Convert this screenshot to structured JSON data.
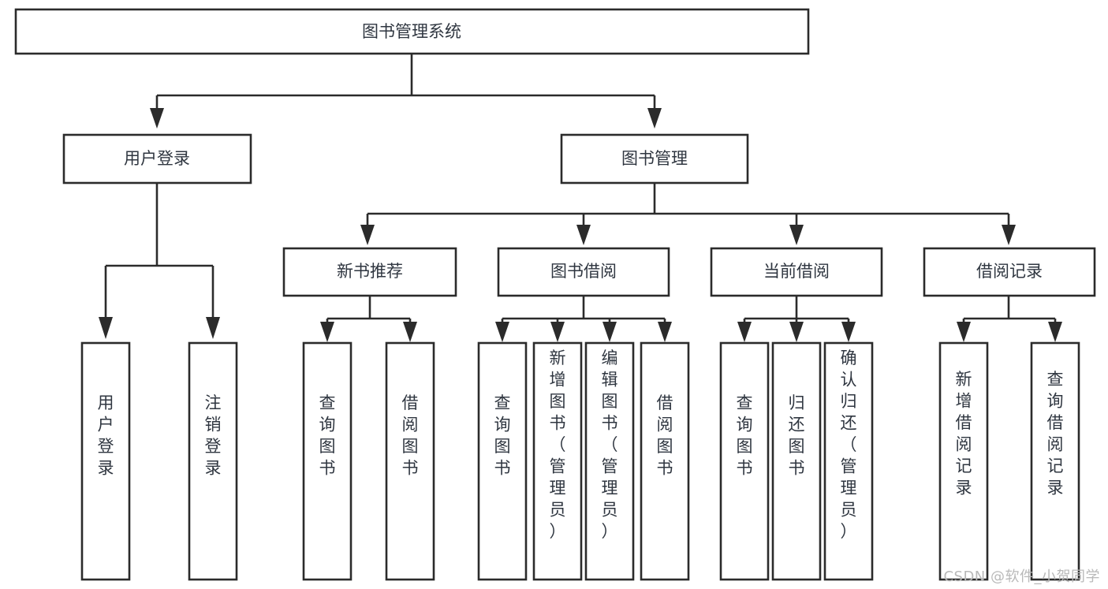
{
  "diagram": {
    "type": "tree-hierarchy",
    "title": "图书管理系统",
    "watermark": "CSDN @软件_小贺同学",
    "colors": {
      "stroke": "#2b2b2b",
      "fill": "#ffffff",
      "text": "#2f3640",
      "watermark": "#b9b9b9",
      "background": "#ffffff"
    },
    "levels": 4,
    "root": {
      "id": "root",
      "label": "图书管理系统",
      "orientation": "horizontal"
    },
    "level2": [
      {
        "id": "user-login",
        "label": "用户登录",
        "orientation": "horizontal"
      },
      {
        "id": "book-manage",
        "label": "图书管理",
        "orientation": "horizontal"
      }
    ],
    "level3": [
      {
        "id": "new-book-rec",
        "label": "新书推荐",
        "parent": "book-manage",
        "orientation": "horizontal"
      },
      {
        "id": "book-borrow",
        "label": "图书借阅",
        "parent": "book-manage",
        "orientation": "horizontal"
      },
      {
        "id": "current-borrow",
        "label": "当前借阅",
        "parent": "book-manage",
        "orientation": "horizontal"
      },
      {
        "id": "borrow-record",
        "label": "借阅记录",
        "parent": "book-manage",
        "orientation": "horizontal"
      }
    ],
    "leaves": [
      {
        "id": "leaf-user-login",
        "label": "用户登录",
        "parent": "user-login",
        "orientation": "vertical"
      },
      {
        "id": "leaf-logout-login",
        "label": "注销登录",
        "parent": "user-login",
        "orientation": "vertical"
      },
      {
        "id": "leaf-query-book-1",
        "label": "查询图书",
        "parent": "new-book-rec",
        "orientation": "vertical"
      },
      {
        "id": "leaf-borrow-book-1",
        "label": "借阅图书",
        "parent": "new-book-rec",
        "orientation": "vertical"
      },
      {
        "id": "leaf-query-book-2",
        "label": "查询图书",
        "parent": "book-borrow",
        "orientation": "vertical"
      },
      {
        "id": "leaf-add-book",
        "label": "新增图书（管理员）",
        "parent": "book-borrow",
        "orientation": "vertical"
      },
      {
        "id": "leaf-edit-book",
        "label": "编辑图书（管理员）",
        "parent": "book-borrow",
        "orientation": "vertical"
      },
      {
        "id": "leaf-borrow-book-2",
        "label": "借阅图书",
        "parent": "book-borrow",
        "orientation": "vertical"
      },
      {
        "id": "leaf-query-book-3",
        "label": "查询图书",
        "parent": "current-borrow",
        "orientation": "vertical"
      },
      {
        "id": "leaf-return-book",
        "label": "归还图书",
        "parent": "current-borrow",
        "orientation": "vertical"
      },
      {
        "id": "leaf-confirm-return",
        "label": "确认归还（管理员）",
        "parent": "current-borrow",
        "orientation": "vertical"
      },
      {
        "id": "leaf-add-record",
        "label": "新增借阅记录",
        "parent": "borrow-record",
        "orientation": "vertical"
      },
      {
        "id": "leaf-query-record",
        "label": "查询借阅记录",
        "parent": "borrow-record",
        "orientation": "vertical"
      }
    ]
  }
}
